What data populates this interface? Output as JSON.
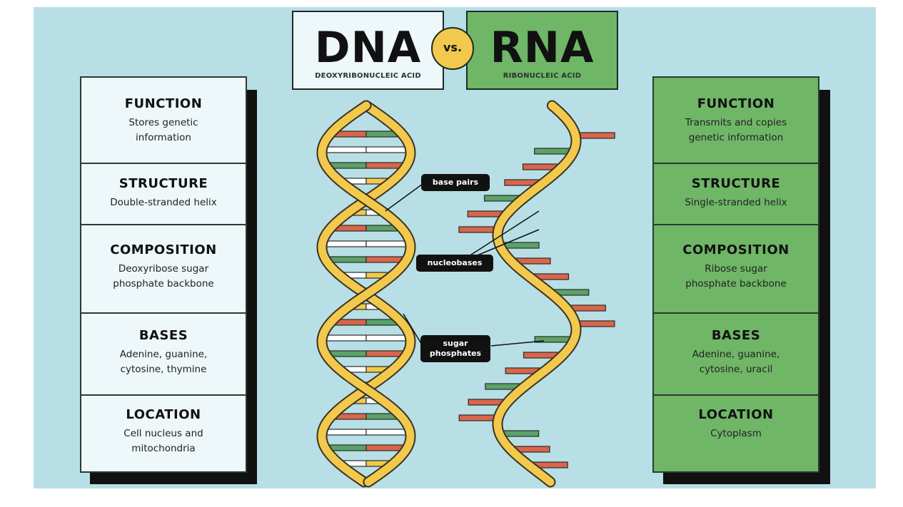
{
  "title": {
    "left": {
      "heading": "DNA",
      "subtitle": "DEOXYRIBONUCLEIC ACID"
    },
    "vs": "vs.",
    "right": {
      "heading": "RNA",
      "subtitle": "RIBONUCLEIC ACID"
    }
  },
  "dna": {
    "sections": [
      {
        "heading": "FUNCTION",
        "text": "Stores genetic\ninformation"
      },
      {
        "heading": "STRUCTURE",
        "text": "Double-stranded helix"
      },
      {
        "heading": "COMPOSITION",
        "text": "Deoxyribose sugar\nphosphate backbone"
      },
      {
        "heading": "BASES",
        "text": "Adenine, guanine,\ncytosine, thymine"
      },
      {
        "heading": "LOCATION",
        "text": "Cell nucleus and\nmitochondria"
      }
    ]
  },
  "rna": {
    "sections": [
      {
        "heading": "FUNCTION",
        "text": "Transmits and copies\ngenetic information"
      },
      {
        "heading": "STRUCTURE",
        "text": "Single-stranded helix"
      },
      {
        "heading": "COMPOSITION",
        "text": "Ribose sugar\nphosphate backbone"
      },
      {
        "heading": "BASES",
        "text": "Adenine, guanine,\ncytosine, uracil"
      },
      {
        "heading": "LOCATION",
        "text": "Cytoplasm"
      }
    ]
  },
  "labels": {
    "base_pairs": "base pairs",
    "nucleobases": "nucleobases",
    "sugar_phosphates": "sugar\nphosphates"
  },
  "colors": {
    "background": "#b7dfe5",
    "dna_card": "#eef7fa",
    "rna_card": "#6fb667",
    "helix_strand": "#f2c94c",
    "base_red": "#d9654b",
    "base_green": "#5aa268",
    "base_white": "#ffffff",
    "base_yellow": "#f2c94c"
  }
}
